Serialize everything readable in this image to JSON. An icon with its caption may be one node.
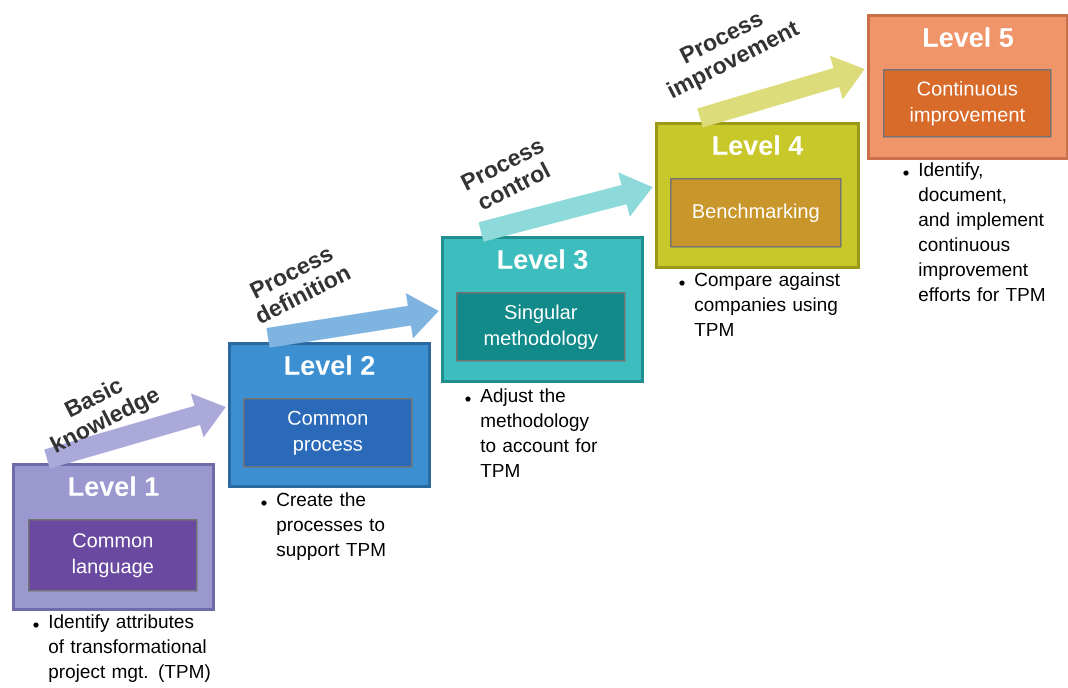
{
  "diagram": {
    "nodes": [
      {
        "text": [
          "Level 1"
        ],
        "beside": [
          "Identify attributes of transformational project mgt. (TPM)"
        ]
      },
      {
        "text": [
          "Common language"
        ],
        "in": 0
      },
      {
        "text": [
          "Level 2"
        ],
        "beside": [
          "Create the processes to support TPM"
        ]
      },
      {
        "text": [
          "Common process"
        ],
        "in": 2
      },
      {
        "text": [
          "Level 3"
        ],
        "beside": [
          "Adjust the methodology to account for TPM"
        ]
      },
      {
        "text": [
          "Singular methodology"
        ],
        "in": 4
      },
      {
        "text": [
          "Level 4"
        ],
        "beside": [
          "Compare against companies using TPM"
        ]
      },
      {
        "text": [
          "Benchmarking"
        ],
        "in": 6
      },
      {
        "text": [
          "Level 5"
        ],
        "beside": [
          "Identify, document, and implement continuous improvement efforts for TPM"
        ]
      },
      {
        "text": [
          "Continuous improvement"
        ],
        "in": 8
      }
    ],
    "edges": [
      {
        "from": 0,
        "to": 2,
        "arrow": "to",
        "label": "Basic knowledge",
        "color": "#aba8da"
      },
      {
        "from": 2,
        "to": 4,
        "arrow": "to",
        "label": "Process definition",
        "color": "#7fb4e0"
      },
      {
        "from": 4,
        "to": 6,
        "arrow": "to",
        "label": "Process control",
        "color": "#8ed9d9"
      },
      {
        "from": 6,
        "to": 8,
        "arrow": "to",
        "label": "Process improvement",
        "color": "#dcdc7a"
      }
    ]
  }
}
